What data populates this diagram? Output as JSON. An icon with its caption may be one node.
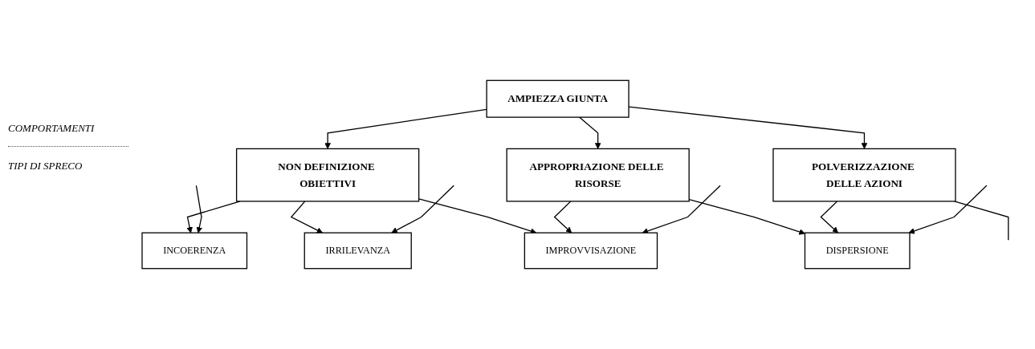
{
  "diagram": {
    "nodes": [
      {
        "text": [
          "AMPIEZZA GIUNTA"
        ]
      },
      {
        "text": [
          "NON DEFINIZIONE OBIETTIVI"
        ]
      },
      {
        "text": [
          "APPROPRIAZIONE DELLE RISORSE"
        ]
      },
      {
        "text": [
          "POLVERIZZAZIONE DELLE AZIONI"
        ]
      },
      {
        "text": [
          "INCOERENZA"
        ]
      },
      {
        "text": [
          "IRRILEVANZA"
        ]
      },
      {
        "text": [
          "IMPROVVISAZIONE"
        ]
      },
      {
        "text": [
          "DISPERSIONE"
        ]
      }
    ],
    "edges": [
      {
        "from": 0,
        "to": 1,
        "arrow": "to"
      },
      {
        "from": 0,
        "to": 2,
        "arrow": "to"
      },
      {
        "from": 0,
        "to": 3,
        "arrow": "to"
      },
      {
        "from": 1,
        "to": 4,
        "arrow": "to"
      },
      {
        "from": 1,
        "to": 5,
        "arrow": "to"
      },
      {
        "from": 1,
        "to": 6,
        "arrow": "to"
      },
      {
        "from": 2,
        "to": 6,
        "arrow": "to"
      },
      {
        "from": 2,
        "to": 7,
        "arrow": "to"
      },
      {
        "from": 3,
        "to": 7,
        "arrow": "to"
      },
      {
        "from": 3,
        "to": null,
        "arrow": "none"
      },
      {
        "from": null,
        "to": 4,
        "arrow": "to"
      },
      {
        "from": null,
        "to": 5,
        "arrow": "to"
      },
      {
        "from": null,
        "to": 6,
        "arrow": "to"
      },
      {
        "from": null,
        "to": 7,
        "arrow": "to"
      }
    ],
    "labels": [
      "COMPORTAMENTI",
      "TIPI DI SPRECO"
    ]
  }
}
